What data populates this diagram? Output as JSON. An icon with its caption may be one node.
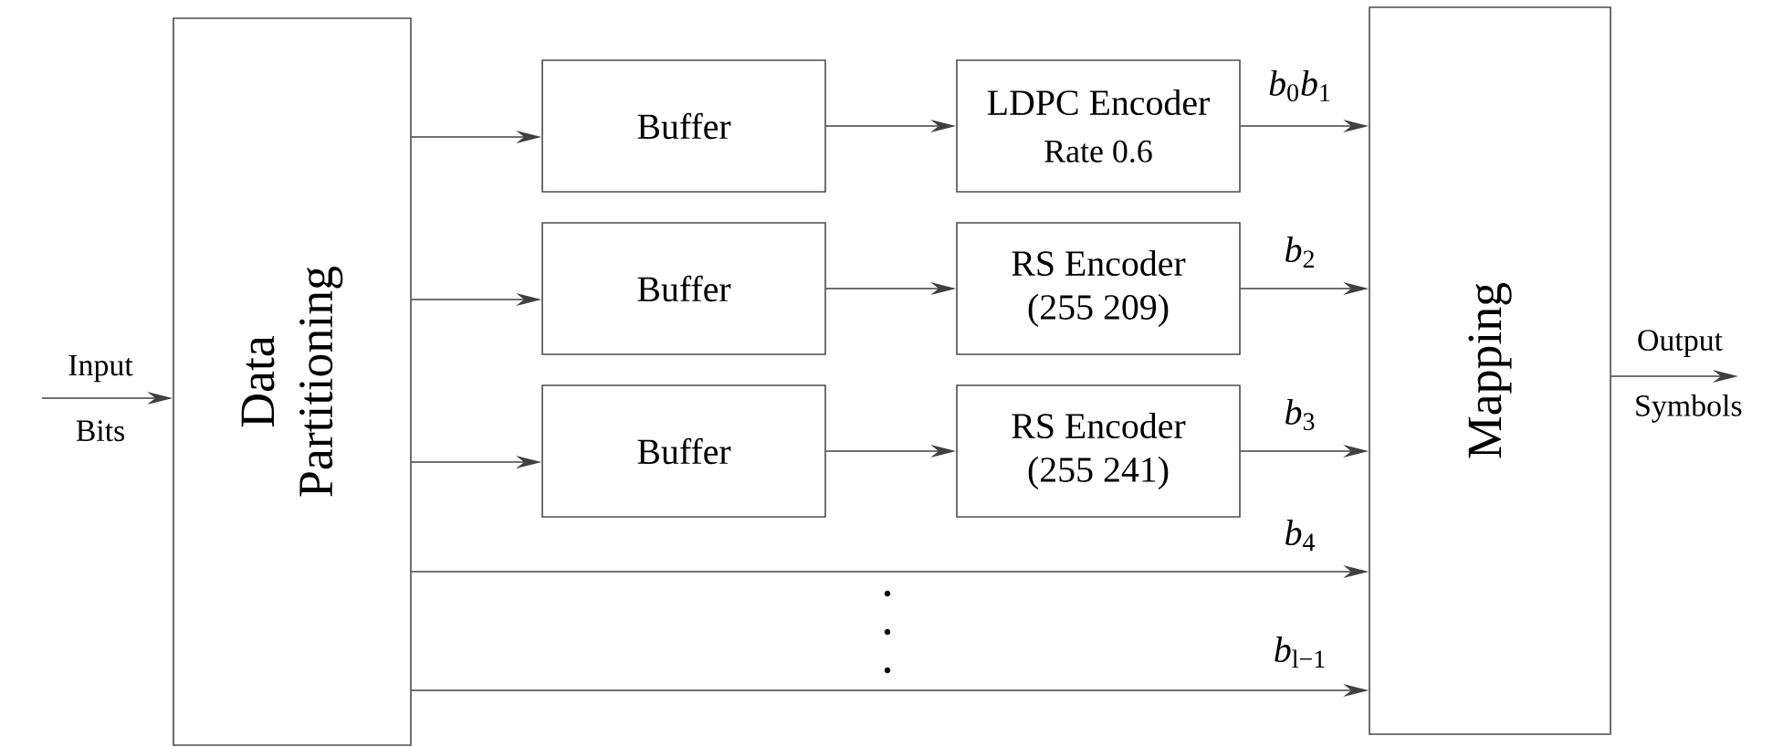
{
  "diagram": {
    "nodes": [
      {
        "text": [
          "Data Partitioning"
        ]
      },
      {
        "text": [
          "Buffer"
        ]
      },
      {
        "text": [
          "LDPC Encoder",
          "Rate 0.6"
        ]
      },
      {
        "text": [
          "Buffer"
        ]
      },
      {
        "text": [
          "RS Encoder (255 209)"
        ]
      },
      {
        "text": [
          "Buffer"
        ]
      },
      {
        "text": [
          "RS Encoder (255 241)"
        ]
      },
      {
        "text": [
          "Mapping"
        ]
      }
    ],
    "edges": [
      {
        "from": null,
        "to": 0,
        "arrow": "to",
        "label": "Input Bits"
      },
      {
        "from": 0,
        "to": 1,
        "arrow": "to"
      },
      {
        "from": 1,
        "to": 2,
        "arrow": "to"
      },
      {
        "from": 0,
        "to": 3,
        "arrow": "to"
      },
      {
        "from": 3,
        "to": 4,
        "arrow": "to"
      },
      {
        "from": 0,
        "to": 5,
        "arrow": "to"
      },
      {
        "from": 5,
        "to": 6,
        "arrow": "to"
      },
      {
        "from": 2,
        "to": 7,
        "arrow": "to",
        "label": "*b*$_{0}$*b*$_{1}$"
      },
      {
        "from": 4,
        "to": 7,
        "arrow": "to",
        "label": "*b*$_{2}$"
      },
      {
        "from": 6,
        "to": 7,
        "arrow": "to",
        "label": "*b*$_{3}$"
      },
      {
        "from": 0,
        "to": 7,
        "arrow": "to",
        "label": "*b*$_{4}$"
      },
      {
        "from": 0,
        "to": 7,
        "arrow": "to",
        "label": "*b*$_{l−1}$"
      },
      {
        "from": 7,
        "to": null,
        "arrow": "to",
        "label": "Output Symbols"
      }
    ]
  }
}
